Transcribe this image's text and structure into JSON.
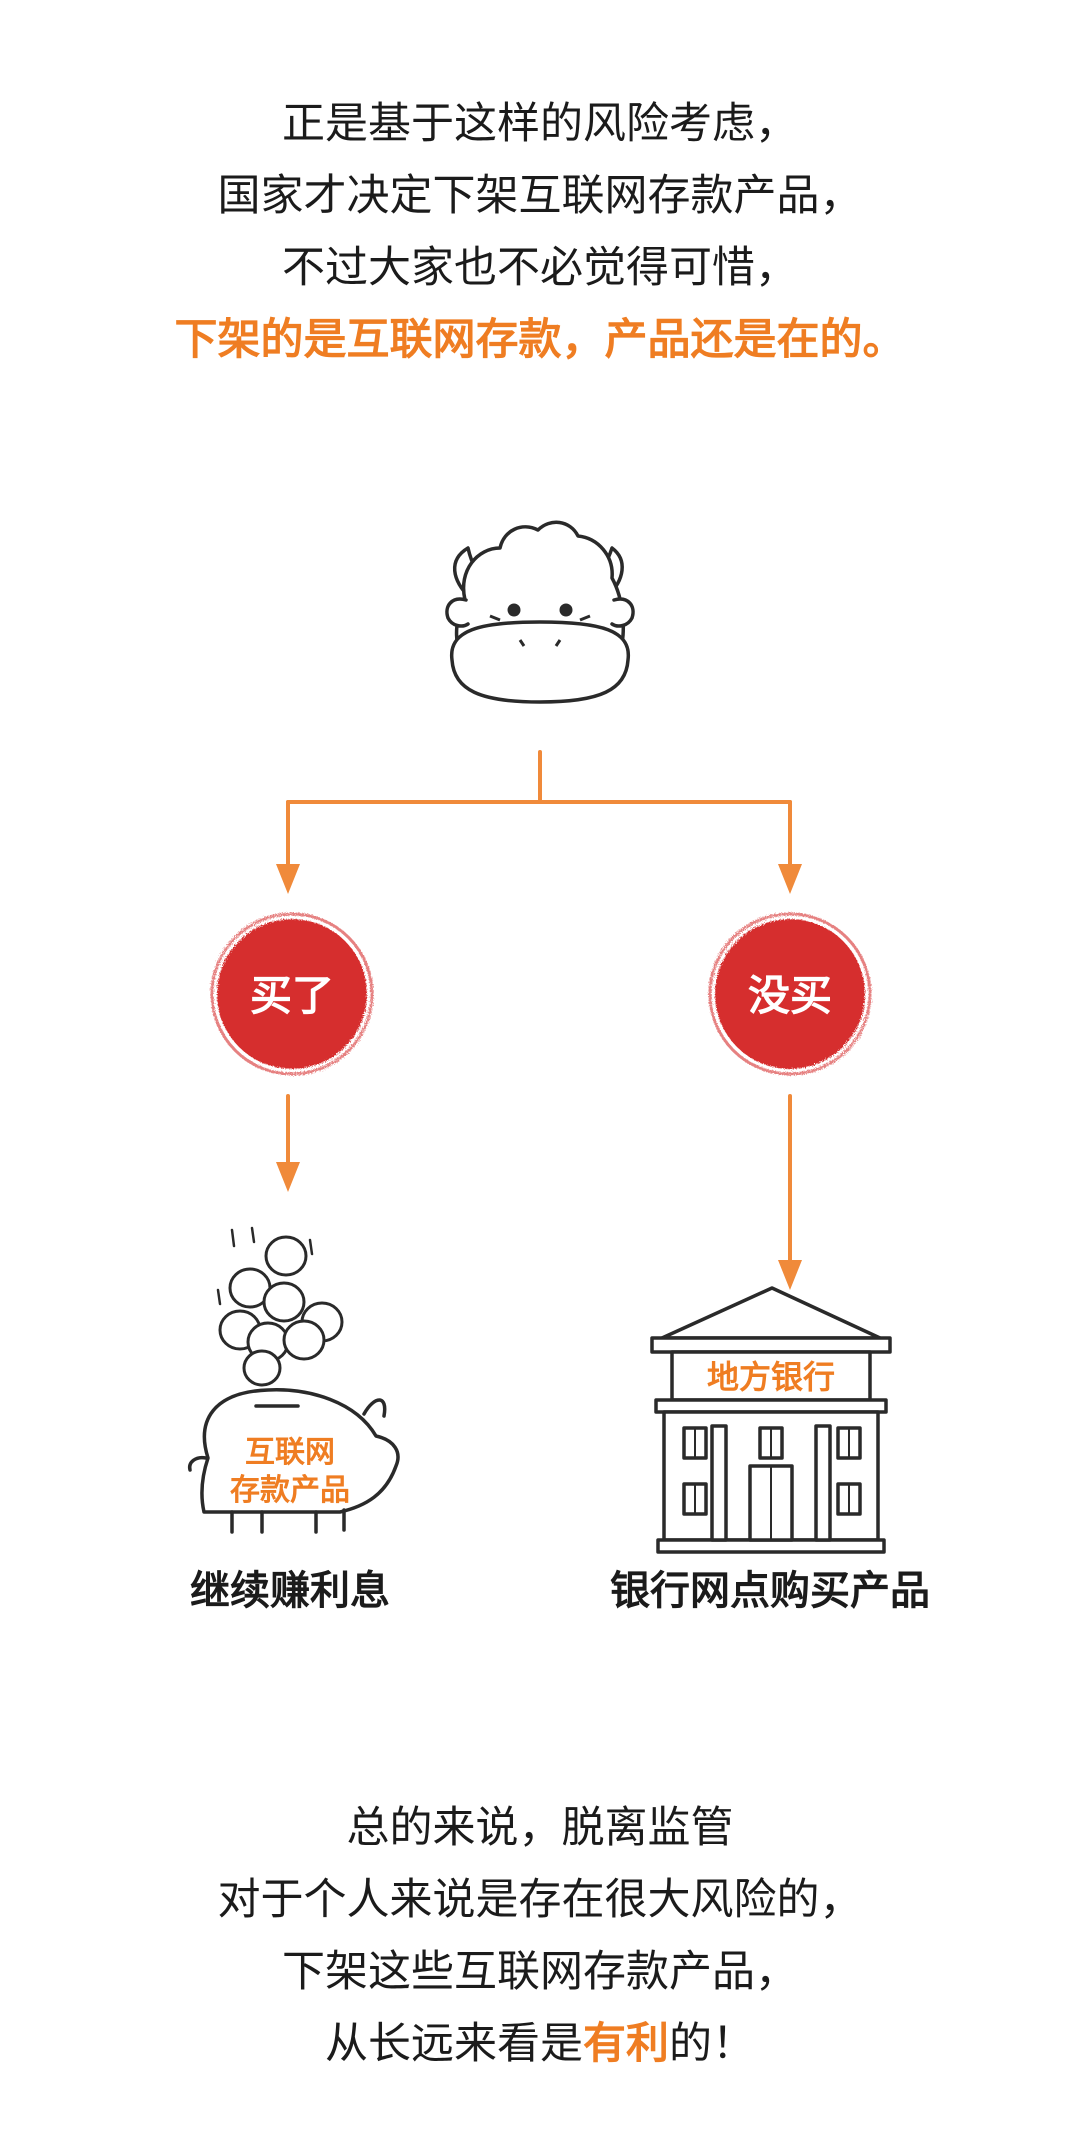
{
  "intro": {
    "lines": [
      "正是基于这样的风险考虑，",
      "国家才决定下架互联网存款产品，",
      "不过大家也不必觉得可惜，"
    ],
    "highlight_line": "下架的是互联网存款，产品还是在的。"
  },
  "flow": {
    "left_badge": "买了",
    "right_badge": "没买",
    "piggy_label_line1": "互联网",
    "piggy_label_line2": "存款产品",
    "bank_sign": "地方银行",
    "left_caption": "继续赚利息",
    "right_caption": "银行网点购买产品"
  },
  "conclusion": {
    "lines": [
      "总的来说，脱离监管",
      "对于个人来说是存在很大风险的，",
      "下架这些互联网存款产品，"
    ],
    "last_line_before": "从长远来看是",
    "last_line_highlight": "有利",
    "last_line_after": "的！"
  },
  "colors": {
    "accent_orange": "#ef7d22",
    "badge_red": "#d62f2f",
    "text_dark": "#1b1b1b",
    "line_art": "#2a2a2a"
  },
  "icons": [
    "cow-head-icon",
    "arrow-icon",
    "coin-icon",
    "piggy-bank-icon",
    "bank-building-icon"
  ]
}
